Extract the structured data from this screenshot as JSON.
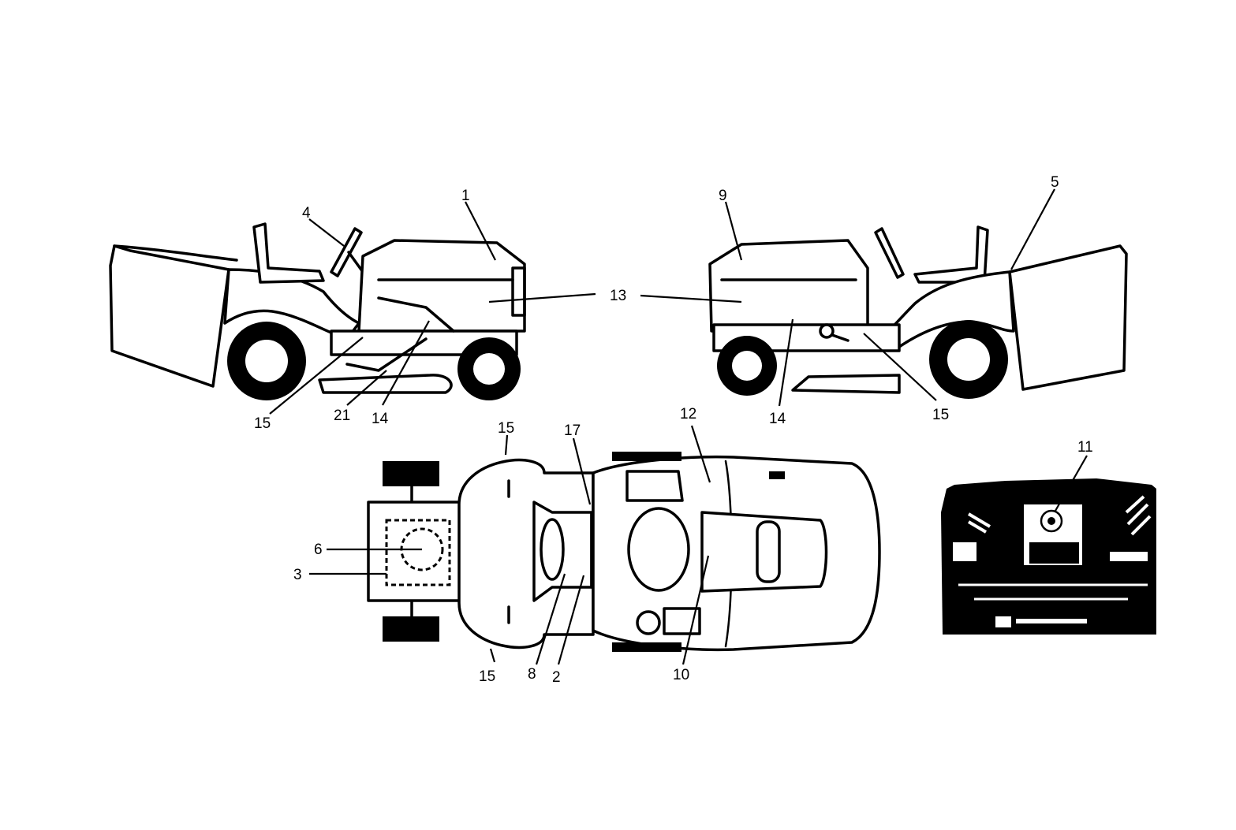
{
  "labels": {
    "l1": "1",
    "l2": "2",
    "l3": "3",
    "l4": "4",
    "l5": "5",
    "l6": "6",
    "l8": "8",
    "l9": "9",
    "l10": "10",
    "l11": "11",
    "l12": "12",
    "l13": "13",
    "l14a": "14",
    "l14b": "14",
    "l15a": "15",
    "l15b": "15",
    "l15c": "15",
    "l15d": "15",
    "l17": "17",
    "l21": "21"
  }
}
